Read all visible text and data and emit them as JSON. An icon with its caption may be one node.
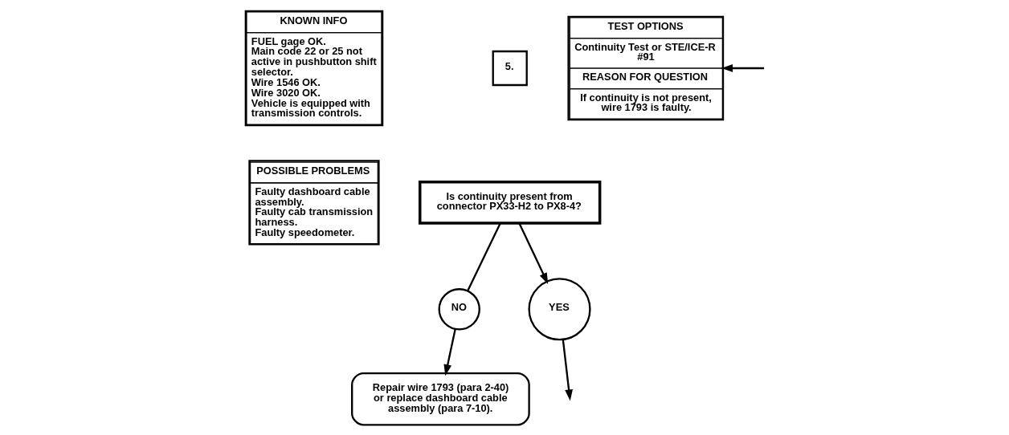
{
  "diagram": {
    "nodes": [
      {
        "text": [
          "KNOWN INFO",
          "FUEL gage OK.",
          "Main code 22 or 25 not active in pushbutton shift selector.",
          "Wire 1546 OK.",
          "Wire 3020 OK.",
          "Vehicle is equipped with transmission controls."
        ]
      },
      {
        "text": [
          "POSSIBLE PROBLEMS",
          "Faulty dashboard cable assembly.",
          "Faulty cab transmission harness.",
          "Faulty speedometer."
        ]
      },
      {
        "text": [
          "5."
        ]
      },
      {
        "text": [
          "Is continuity present from connector PX33-H2 to PX8-4?"
        ]
      },
      {
        "text": [
          "NO"
        ]
      },
      {
        "text": [
          "YES"
        ]
      },
      {
        "text": [
          "Repair wire 1793 (para 2-40) or replace dashboard cable assembly (para 7-10)."
        ]
      },
      {
        "text": [
          "TEST OPTIONS",
          "Continuity Test or STE/ICE-R #91",
          "REASON FOR QUESTION",
          "If continuity is not present, wire 1793 is faulty."
        ]
      }
    ],
    "edges": [
      {
        "from": 3,
        "to": 5,
        "arrow": "to"
      },
      {
        "from": 3,
        "to": 4,
        "arrow": "none"
      },
      {
        "from": 4,
        "to": 6,
        "arrow": "to"
      },
      {
        "from": 5,
        "to": null,
        "arrow": "to"
      },
      {
        "from": null,
        "to": 7,
        "arrow": "to"
      }
    ]
  }
}
